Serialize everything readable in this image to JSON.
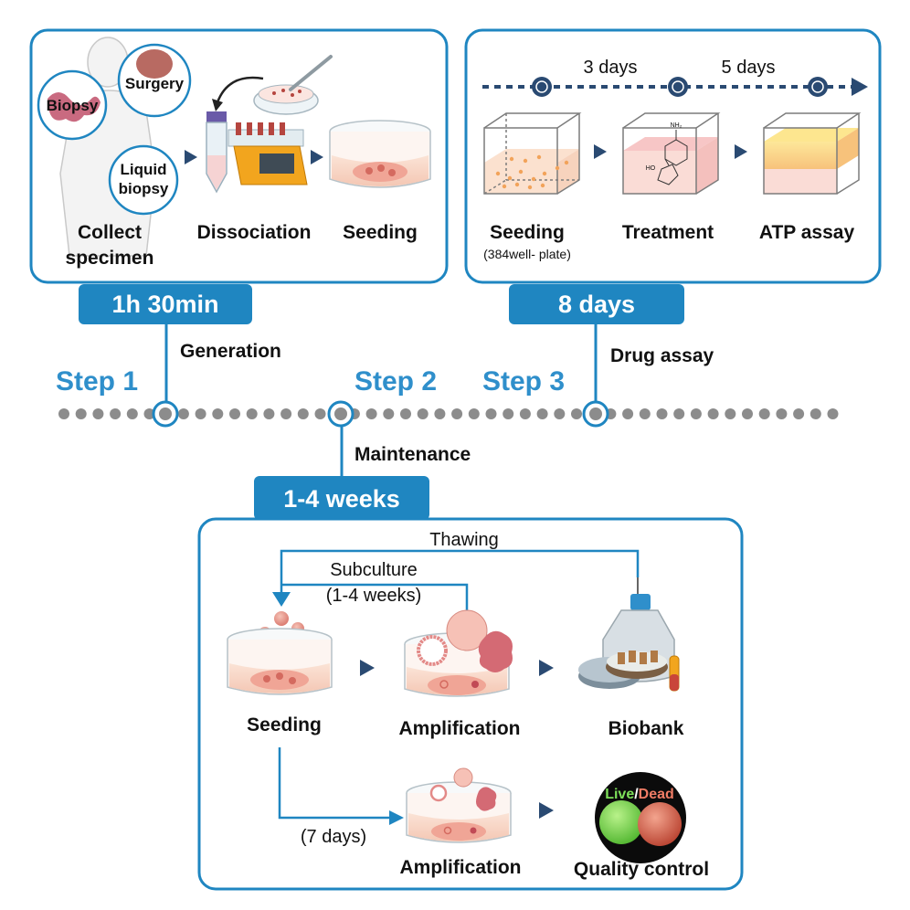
{
  "panel_generation": {
    "tags": {
      "biopsy": "Biopsy",
      "surgery": "Surgery",
      "liquid_1": "Liquid",
      "liquid_2": "biopsy"
    },
    "steps": {
      "collect_1": "Collect",
      "collect_2": "specimen",
      "dissociation": "Dissociation",
      "seeding": "Seeding"
    },
    "duration": "1h 30min",
    "caption": "Generation"
  },
  "panel_drug": {
    "interval_1": "3 days",
    "interval_2": "5 days",
    "steps": {
      "seeding": "Seeding",
      "seeding_note": "(384well- plate)",
      "treatment": "Treatment",
      "atp": "ATP assay"
    },
    "duration": "8 days",
    "caption": "Drug assay"
  },
  "timeline": {
    "step1": "Step 1",
    "step2": "Step 2",
    "step3": "Step 3"
  },
  "panel_maintenance": {
    "caption": "Maintenance",
    "duration": "1-4 weeks",
    "thawing": "Thawing",
    "subculture_1": "Subculture",
    "subculture_2": "(1-4 weeks)",
    "seeding": "Seeding",
    "amplification_1": "Amplification",
    "biobank": "Biobank",
    "seven_days": "(7 days)",
    "amplification_2": "Amplification",
    "quality": "Quality control",
    "live": "Live",
    "slash": "/",
    "dead": "Dead"
  },
  "colors": {
    "accent": "#1f86c1",
    "navy": "#2a4a72",
    "dot": "#8c8c8c"
  }
}
